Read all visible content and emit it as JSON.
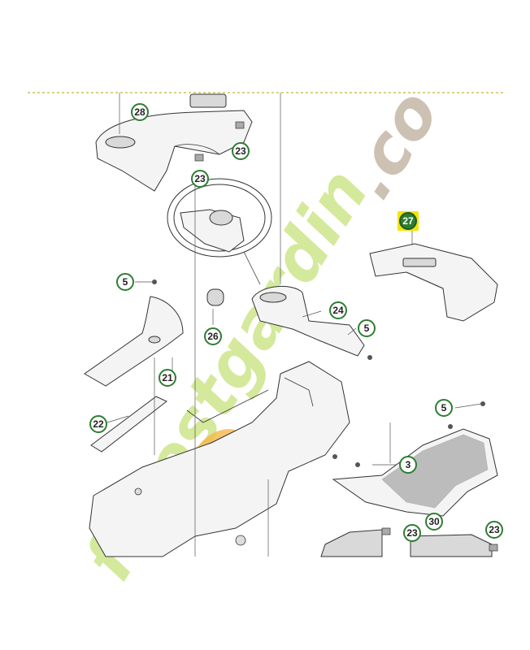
{
  "watermark": {
    "lettering": "forestgardin.com",
    "colors": {
      "green": "#c6e27a",
      "grey": "#b9a894",
      "orange": "#f5b64a"
    }
  },
  "callouts": [
    {
      "id": "28",
      "label": "28",
      "highlighted": false
    },
    {
      "id": "23a",
      "label": "23",
      "highlighted": false
    },
    {
      "id": "23b",
      "label": "23",
      "highlighted": false
    },
    {
      "id": "27",
      "label": "27",
      "highlighted": true
    },
    {
      "id": "5a",
      "label": "5",
      "highlighted": false
    },
    {
      "id": "24",
      "label": "24",
      "highlighted": false
    },
    {
      "id": "5b",
      "label": "5",
      "highlighted": false
    },
    {
      "id": "26",
      "label": "26",
      "highlighted": false
    },
    {
      "id": "21",
      "label": "21",
      "highlighted": false
    },
    {
      "id": "22",
      "label": "22",
      "highlighted": false
    },
    {
      "id": "5c",
      "label": "5",
      "highlighted": false
    },
    {
      "id": "3",
      "label": "3",
      "highlighted": false
    },
    {
      "id": "30",
      "label": "30",
      "highlighted": false
    },
    {
      "id": "23c",
      "label": "23",
      "highlighted": false
    },
    {
      "id": "23d",
      "label": "23",
      "highlighted": false
    }
  ],
  "colors": {
    "callout_ring": "#2e7d32",
    "highlight_fill": "#f5e400",
    "dashed_rule": "#b8a000"
  }
}
